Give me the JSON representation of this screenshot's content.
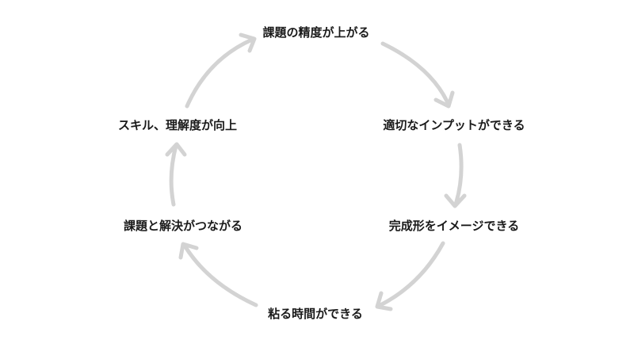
{
  "diagram": {
    "type": "cycle",
    "arrow_color": "#d3d3d3",
    "text_color": "#1a1a1a",
    "nodes": [
      {
        "label": "課題の精度が上がる"
      },
      {
        "label": "適切なインプットができる"
      },
      {
        "label": "完成形をイメージできる"
      },
      {
        "label": "粘る時間ができる"
      },
      {
        "label": "課題と解決がつながる"
      },
      {
        "label": "スキル、理解度が向上"
      }
    ]
  }
}
